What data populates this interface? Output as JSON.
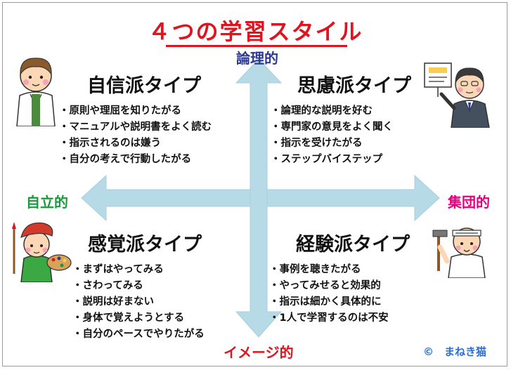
{
  "title": "４つの学習スタイル",
  "axes": {
    "top": "論理的",
    "bottom": "イメージ的",
    "left": "自立的",
    "right": "集団的"
  },
  "colors": {
    "title": "#e0141e",
    "top_label": "#2b3990",
    "bottom_label": "#e0141e",
    "left_label": "#1a9a3c",
    "right_label": "#e6007e",
    "arrows": "#b7dbe6",
    "credit": "#2a6fd6"
  },
  "quadrants": {
    "top_left": {
      "title": "自信派タイプ",
      "items": [
        "原則や理屈を知りたがる",
        "マニュアルや説明書をよく読む",
        "指示されるのは嫌う",
        "自分の考えで行動したがる"
      ],
      "character": "scholar-icon"
    },
    "top_right": {
      "title": "思慮派タイプ",
      "items": [
        "論理的な説明を好む",
        "専門家の意見をよく聞く",
        "指示を受けたがる",
        "ステップバイステップ"
      ],
      "character": "presenter-icon"
    },
    "bottom_left": {
      "title": "感覚派タイプ",
      "items": [
        "まずはやってみる",
        "さわってみる",
        "説明は好まない",
        "身体で覚えようとする",
        "自分のペースでやりたがる"
      ],
      "character": "painter-icon"
    },
    "bottom_right": {
      "title": "経験派タイプ",
      "items": [
        "事例を聴きたがる",
        "やってみせると効果的",
        "指示は細かく具体的に",
        "1人で学習するのは不安"
      ],
      "character": "carpenter-icon"
    }
  },
  "credit": "©　まねき猫"
}
